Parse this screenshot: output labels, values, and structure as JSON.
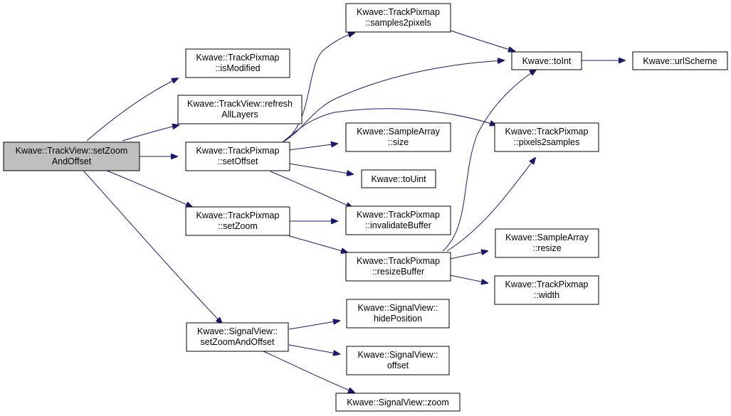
{
  "nodes": [
    {
      "id": "root",
      "lines": [
        "Kwave::TrackView::setZoom",
        "AndOffset"
      ],
      "highlight": true
    },
    {
      "id": "isModified",
      "lines": [
        "Kwave::TrackPixmap",
        "::isModified"
      ]
    },
    {
      "id": "refresh",
      "lines": [
        "Kwave::TrackView::refresh",
        "AllLayers"
      ]
    },
    {
      "id": "setOffset",
      "lines": [
        "Kwave::TrackPixmap",
        "::setOffset"
      ]
    },
    {
      "id": "setZoom",
      "lines": [
        "Kwave::TrackPixmap",
        "::setZoom"
      ]
    },
    {
      "id": "svSetZoomAndOffset",
      "lines": [
        "Kwave::SignalView::",
        "setZoomAndOffset"
      ]
    },
    {
      "id": "samples2pixels",
      "lines": [
        "Kwave::TrackPixmap",
        "::samples2pixels"
      ]
    },
    {
      "id": "saSize",
      "lines": [
        "Kwave::SampleArray",
        "::size"
      ]
    },
    {
      "id": "toUint",
      "lines": [
        "Kwave::toUint"
      ]
    },
    {
      "id": "invalidateBuffer",
      "lines": [
        "Kwave::TrackPixmap",
        "::invalidateBuffer"
      ]
    },
    {
      "id": "resizeBuffer",
      "lines": [
        "Kwave::TrackPixmap",
        "::resizeBuffer"
      ]
    },
    {
      "id": "hidePosition",
      "lines": [
        "Kwave::SignalView::",
        "hidePosition"
      ]
    },
    {
      "id": "svOffset",
      "lines": [
        "Kwave::SignalView::",
        "offset"
      ]
    },
    {
      "id": "svZoom",
      "lines": [
        "Kwave::SignalView::zoom"
      ]
    },
    {
      "id": "toInt",
      "lines": [
        "Kwave::toInt"
      ]
    },
    {
      "id": "pixels2samples",
      "lines": [
        "Kwave::TrackPixmap",
        "::pixels2samples"
      ]
    },
    {
      "id": "saResize",
      "lines": [
        "Kwave::SampleArray",
        "::resize"
      ]
    },
    {
      "id": "width",
      "lines": [
        "Kwave::TrackPixmap",
        "::width"
      ]
    },
    {
      "id": "urlScheme",
      "lines": [
        "Kwave::urlScheme"
      ]
    }
  ],
  "edges": [
    [
      "root",
      "isModified"
    ],
    [
      "root",
      "refresh"
    ],
    [
      "root",
      "setOffset"
    ],
    [
      "root",
      "setZoom"
    ],
    [
      "root",
      "svSetZoomAndOffset"
    ],
    [
      "setOffset",
      "samples2pixels"
    ],
    [
      "setOffset",
      "toInt"
    ],
    [
      "setOffset",
      "pixels2samples"
    ],
    [
      "setOffset",
      "saSize"
    ],
    [
      "setOffset",
      "toUint"
    ],
    [
      "setOffset",
      "invalidateBuffer"
    ],
    [
      "setZoom",
      "invalidateBuffer"
    ],
    [
      "setZoom",
      "resizeBuffer"
    ],
    [
      "resizeBuffer",
      "toInt"
    ],
    [
      "resizeBuffer",
      "pixels2samples"
    ],
    [
      "resizeBuffer",
      "saResize"
    ],
    [
      "resizeBuffer",
      "width"
    ],
    [
      "svSetZoomAndOffset",
      "hidePosition"
    ],
    [
      "svSetZoomAndOffset",
      "svOffset"
    ],
    [
      "svSetZoomAndOffset",
      "svZoom"
    ],
    [
      "samples2pixels",
      "toInt"
    ],
    [
      "toInt",
      "urlScheme"
    ]
  ]
}
